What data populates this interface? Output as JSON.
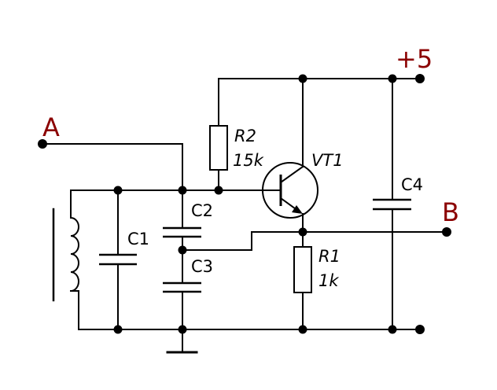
{
  "terminals": {
    "a": "A",
    "b": "B",
    "supply": "+5"
  },
  "components": {
    "r1": {
      "ref": "R1",
      "value": "1k"
    },
    "r2": {
      "ref": "R2",
      "value": "15k"
    },
    "c1": {
      "ref": "C1"
    },
    "c2": {
      "ref": "C2"
    },
    "c3": {
      "ref": "C3"
    },
    "c4": {
      "ref": "C4"
    },
    "vt1": {
      "ref": "VT1"
    }
  },
  "colors": {
    "terminal_label": "#8b0000",
    "wire": "#000000"
  }
}
